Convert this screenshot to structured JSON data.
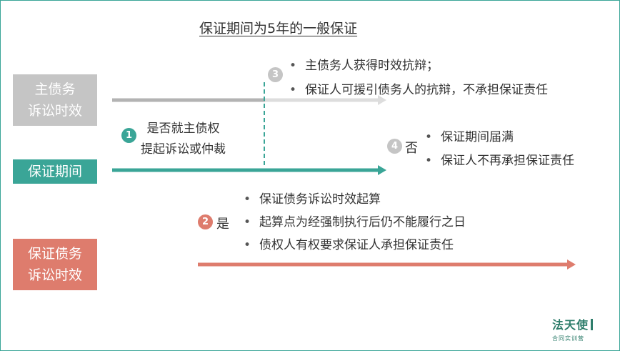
{
  "title": "保证期间为5年的一般保证",
  "boxes": {
    "main_debt_limitation": [
      "主债务",
      "诉讼时效"
    ],
    "guarantee_period": "保证期间",
    "guarantee_debt_limitation": [
      "保证债务",
      "诉讼时效"
    ]
  },
  "colors": {
    "gray": "#c5c5c5",
    "teal": "#3aa597",
    "red": "#de7c6d"
  },
  "badges": {
    "b1": "1",
    "b2": "2",
    "b3": "3",
    "b4": "4"
  },
  "question": [
    "是否就主债权",
    "提起诉讼或仲裁"
  ],
  "branch_no": {
    "label": "否",
    "bullets": [
      "保证期间届满",
      "保证人不再承担保证责任"
    ]
  },
  "branch_yes": {
    "label": "是",
    "bullets": [
      "保证债务诉讼时效起算",
      "起算点为经强制执行后仍不能履行之日",
      "债权人有权要求保证人承担保证责任"
    ]
  },
  "branch_3": {
    "bullets": [
      "主债务人获得时效抗辩；",
      "保证人可援引债务人的抗辩，不承担保证责任"
    ]
  },
  "logo": {
    "main": "法天使",
    "sub": "合同实训营"
  }
}
